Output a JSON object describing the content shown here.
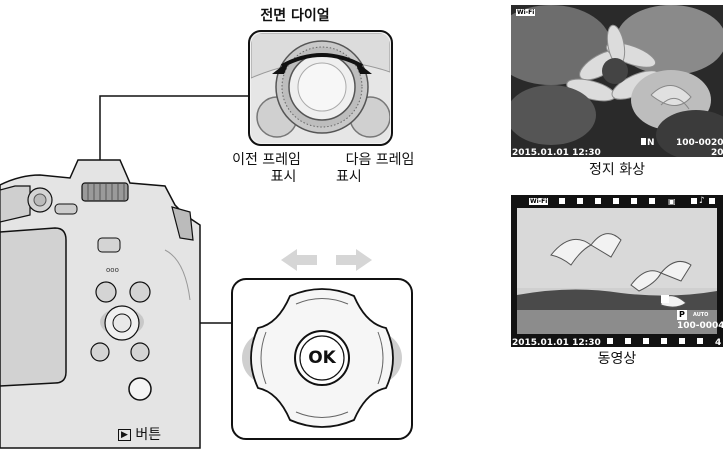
{
  "labels": {
    "front_dial": "전면 다이얼",
    "prev_frame_line1": "이전 프레임",
    "prev_frame_line2": "표시",
    "next_frame_line1": "다음 프레임",
    "next_frame_line2": "표시",
    "playback_button": "버튼",
    "still_image": "정지 화상",
    "movie": "동영상"
  },
  "ok_label": "OK",
  "playback_symbol": "▶",
  "still_osd": {
    "wifi": "Wi-Fi",
    "datetime": "2015.01.01 12:30",
    "quality": "N",
    "file_number": "100-0020",
    "frame_number": "20"
  },
  "movie_osd": {
    "wifi": "Wi-Fi",
    "datetime": "2015.01.01 12:30",
    "mode": "P",
    "wb": "AUTO",
    "file_number": "100-0004",
    "frame_number": "4"
  },
  "colors": {
    "outline": "#111111",
    "arrow_gray": "#d6d6d6",
    "camera_light": "#e4e4e4",
    "camera_mid": "#bdbdbd",
    "dial_dark": "#9a9a9a",
    "highlight_gray": "#c8c8c8"
  }
}
